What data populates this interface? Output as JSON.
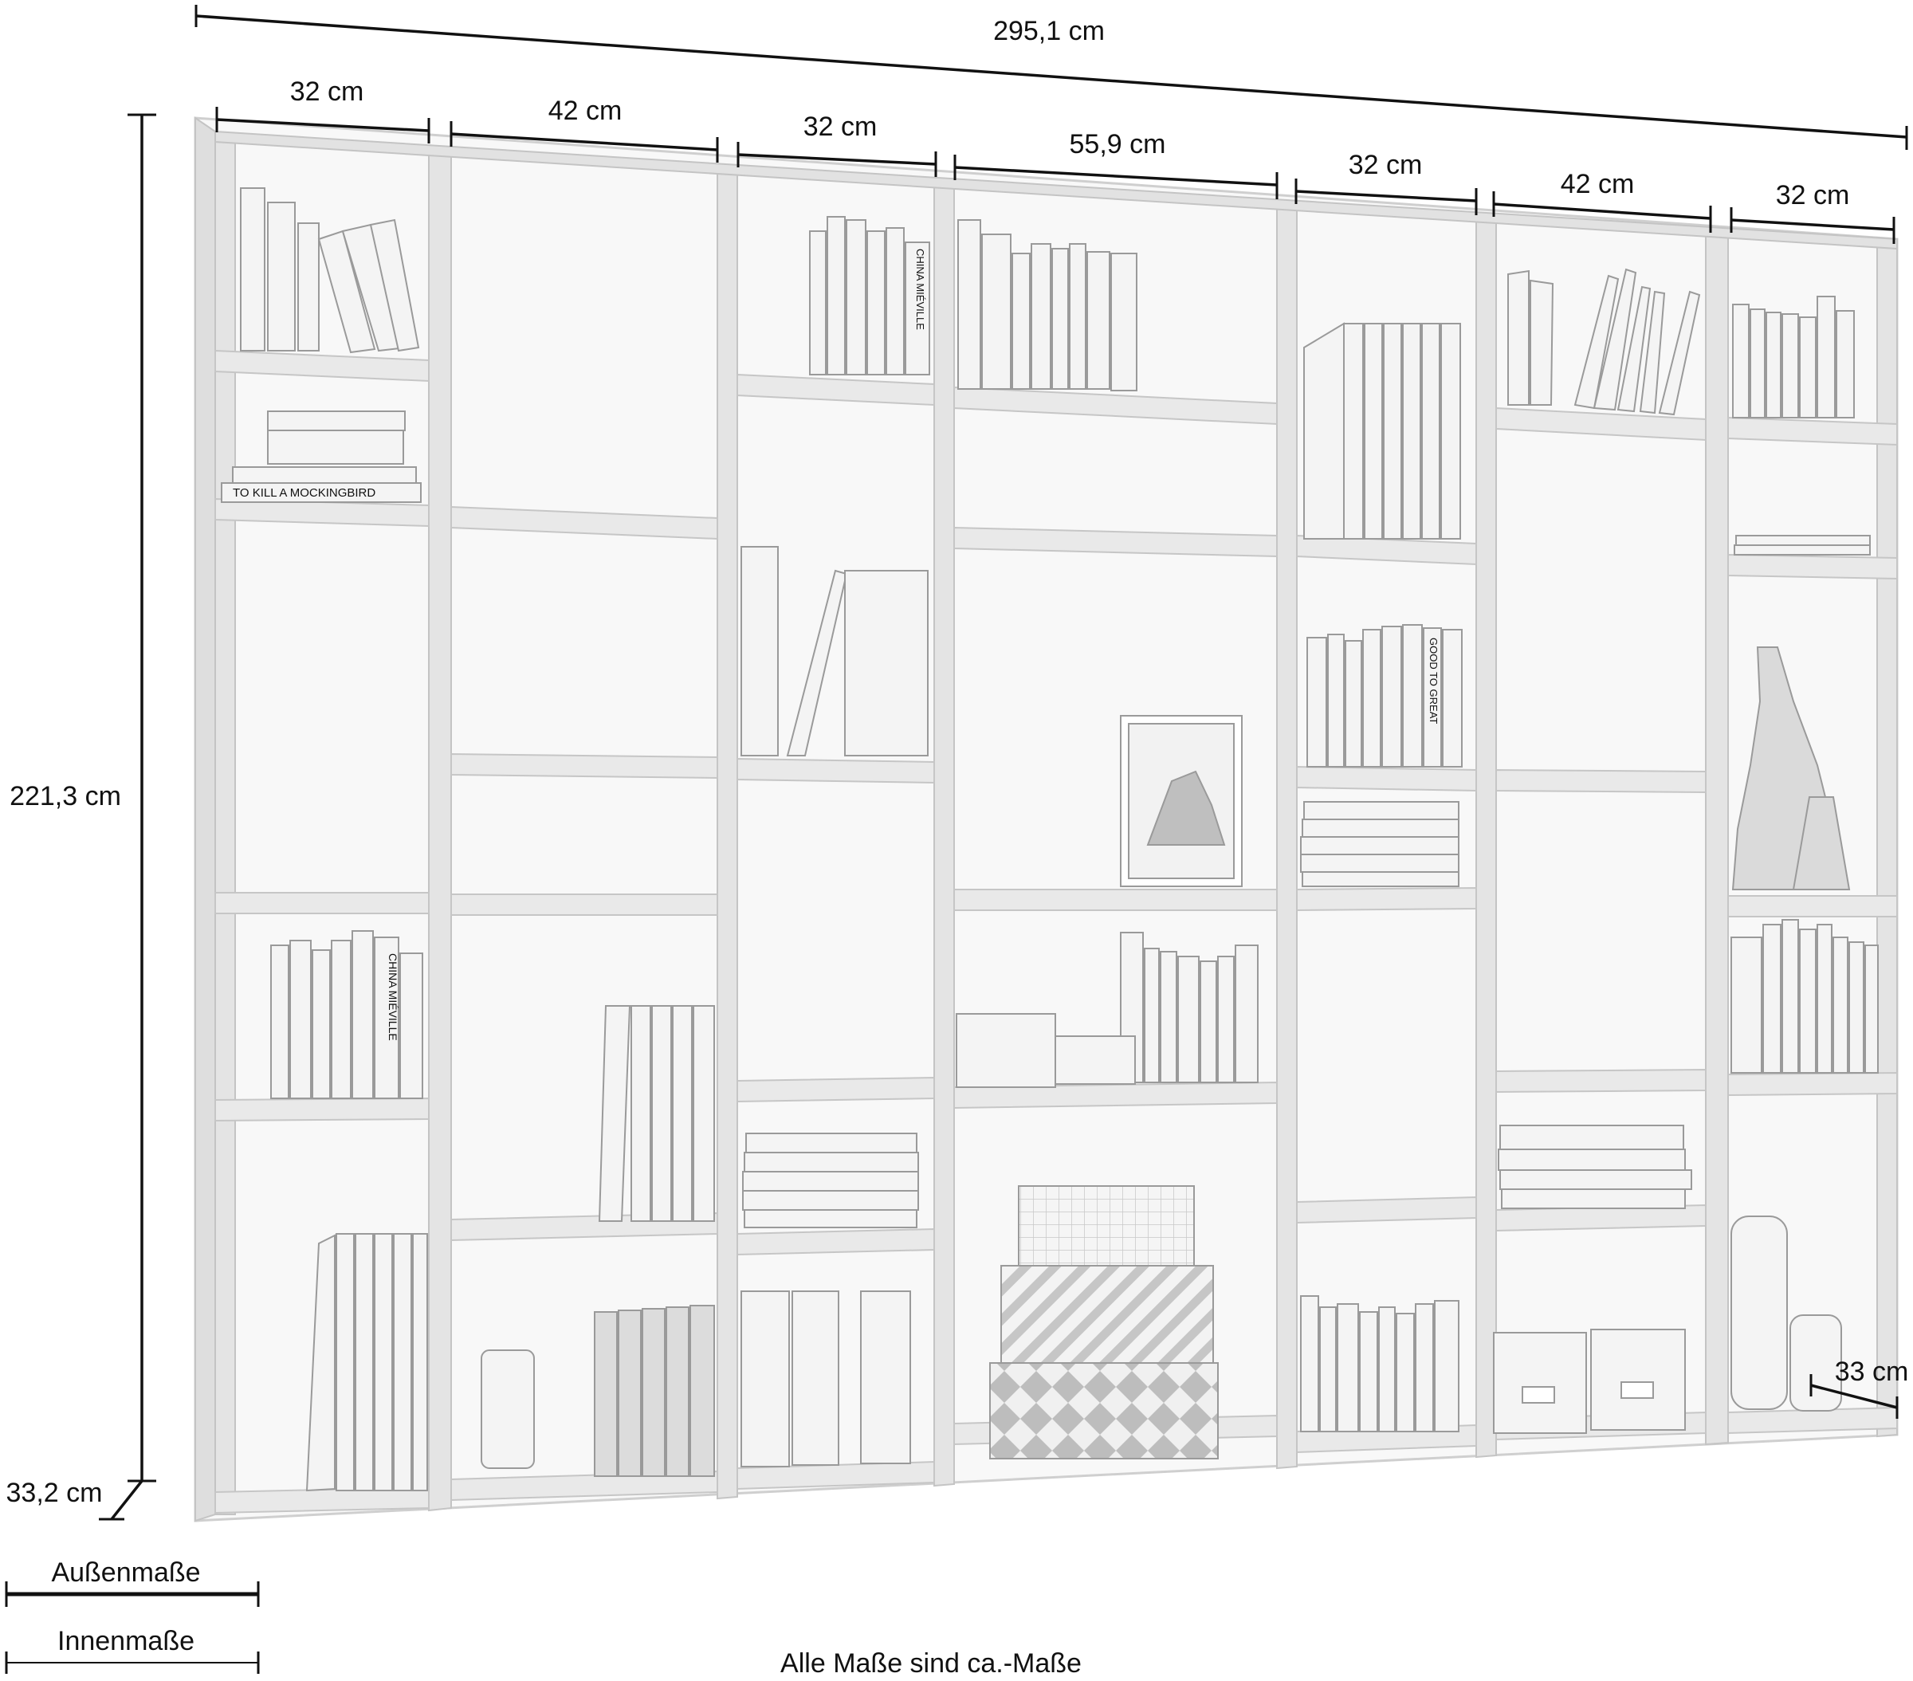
{
  "dimensions": {
    "overall_width": "295,1 cm",
    "overall_height": "221,3 cm",
    "depth_outer": "33,2 cm",
    "depth_inner": "33 cm",
    "sections": [
      "32 cm",
      "42 cm",
      "32 cm",
      "55,9 cm",
      "32 cm",
      "42 cm",
      "32 cm"
    ]
  },
  "legend": {
    "outer": "Außenmaße",
    "inner": "Innenmaße"
  },
  "book_titles": {
    "mockingbird": "TO KILL A MOCKINGBIRD",
    "mieville_top": "CHINA MIÉVILLE",
    "mieville_left": "CHINA MIÉVILLE",
    "good_to_great": "GOOD TO GREAT"
  },
  "footnote": "Alle Maße sind ca.-Maße",
  "colors": {
    "ink": "#111111",
    "wood_edge": "#d4d4d4",
    "wood_face": "#ececec",
    "back": "#f7f7f7"
  }
}
